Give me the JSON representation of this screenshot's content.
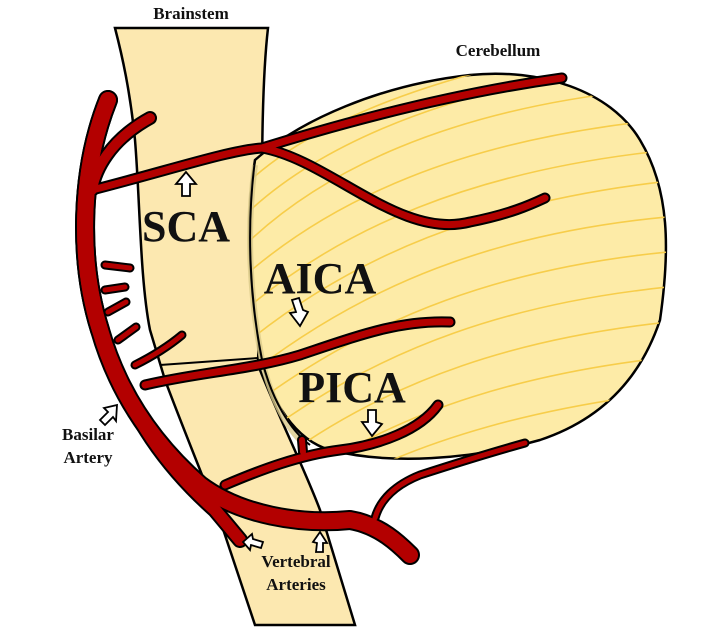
{
  "title": "Posterior circulation arterial supply of brainstem and cerebellum",
  "labels": {
    "brainstem": "Brainstem",
    "cerebellum": "Cerebellum",
    "sca": "SCA",
    "aica": "AICA",
    "pica": "PICA",
    "basilar_line1": "Basilar",
    "basilar_line2": "Artery",
    "vertebral_line1": "Vertebral",
    "vertebral_line2": "Arteries"
  },
  "colors": {
    "tissue_fill": "#FDEBA7",
    "brainstem_fill": "#FCE8B0",
    "cerebellum_folia": "#F7CD4A",
    "artery": "#B30000",
    "outline": "#000000",
    "shadow": "#D9C98A"
  }
}
